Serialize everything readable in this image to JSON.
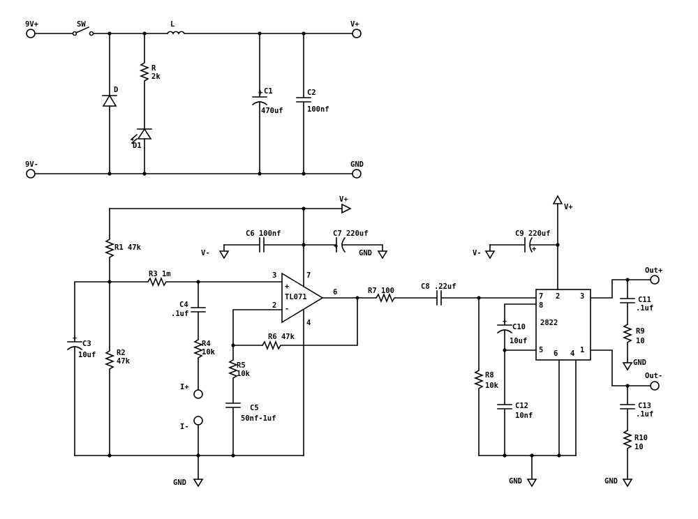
{
  "power": {
    "in_pos": "9V+",
    "in_neg": "9V-",
    "switch": "SW",
    "inductor": "L",
    "diode": "D",
    "resistor_ref": "R",
    "resistor_val": "2k",
    "led": "D1",
    "c1_ref": "C1",
    "c1_val": "470uf",
    "c2_ref": "C2",
    "c2_val": "100nf",
    "out_pos": "V+",
    "out_gnd": "GND"
  },
  "preamp": {
    "vplus": "V+",
    "vminus": "V-",
    "r1": "R1 47k",
    "r2_ref": "R2",
    "r2_val": "47k",
    "r3": "R3 1m",
    "c3_ref": "C3",
    "c3_val": "10uf",
    "c4_ref": "C4",
    "c4_val": ".1uf",
    "r4_ref": "R4",
    "r4_val": "10k",
    "in_pos": "I+",
    "in_neg": "I-",
    "r5_ref": "R5",
    "r5_val": "10k",
    "c5_ref": "C5",
    "c5_val": "50nf-1uf",
    "c6": "C6 100nf",
    "c7": "C7  220uf",
    "gnd_c7": "GND",
    "opamp": "TL071",
    "plus_sign": "+",
    "minus_sign": "-",
    "pin3": "3",
    "pin2": "2",
    "pin7": "7",
    "pin4": "4",
    "pin6": "6",
    "r6": "R6 47k",
    "r7": "R7 100",
    "gnd": "GND"
  },
  "amp": {
    "c8": "C8 .22uf",
    "c9": "C9 220uf",
    "vminus": "V-",
    "vplus": "V+",
    "ic": "2822",
    "pin7": "7",
    "pin8": "8",
    "pin2": "2",
    "pin3": "3",
    "pin5": "5",
    "pin6": "6",
    "pin4": "4",
    "pin1": "1",
    "c10_ref": "C10",
    "c10_val": "10uf",
    "r8_ref": "R8",
    "r8_val": "10k",
    "c12_ref": "C12",
    "c12_val": "10nf",
    "gnd": "GND",
    "out_pos": "Out+",
    "out_neg": "Out-",
    "c11_ref": "C11",
    "c11_val": ".1uf",
    "r9_ref": "R9",
    "r9_val": "10",
    "gnd_r9": "GND",
    "c13_ref": "C13",
    "c13_val": ".1uf",
    "r10_ref": "R10",
    "r10_val": "10",
    "gnd_r10": "GND"
  }
}
